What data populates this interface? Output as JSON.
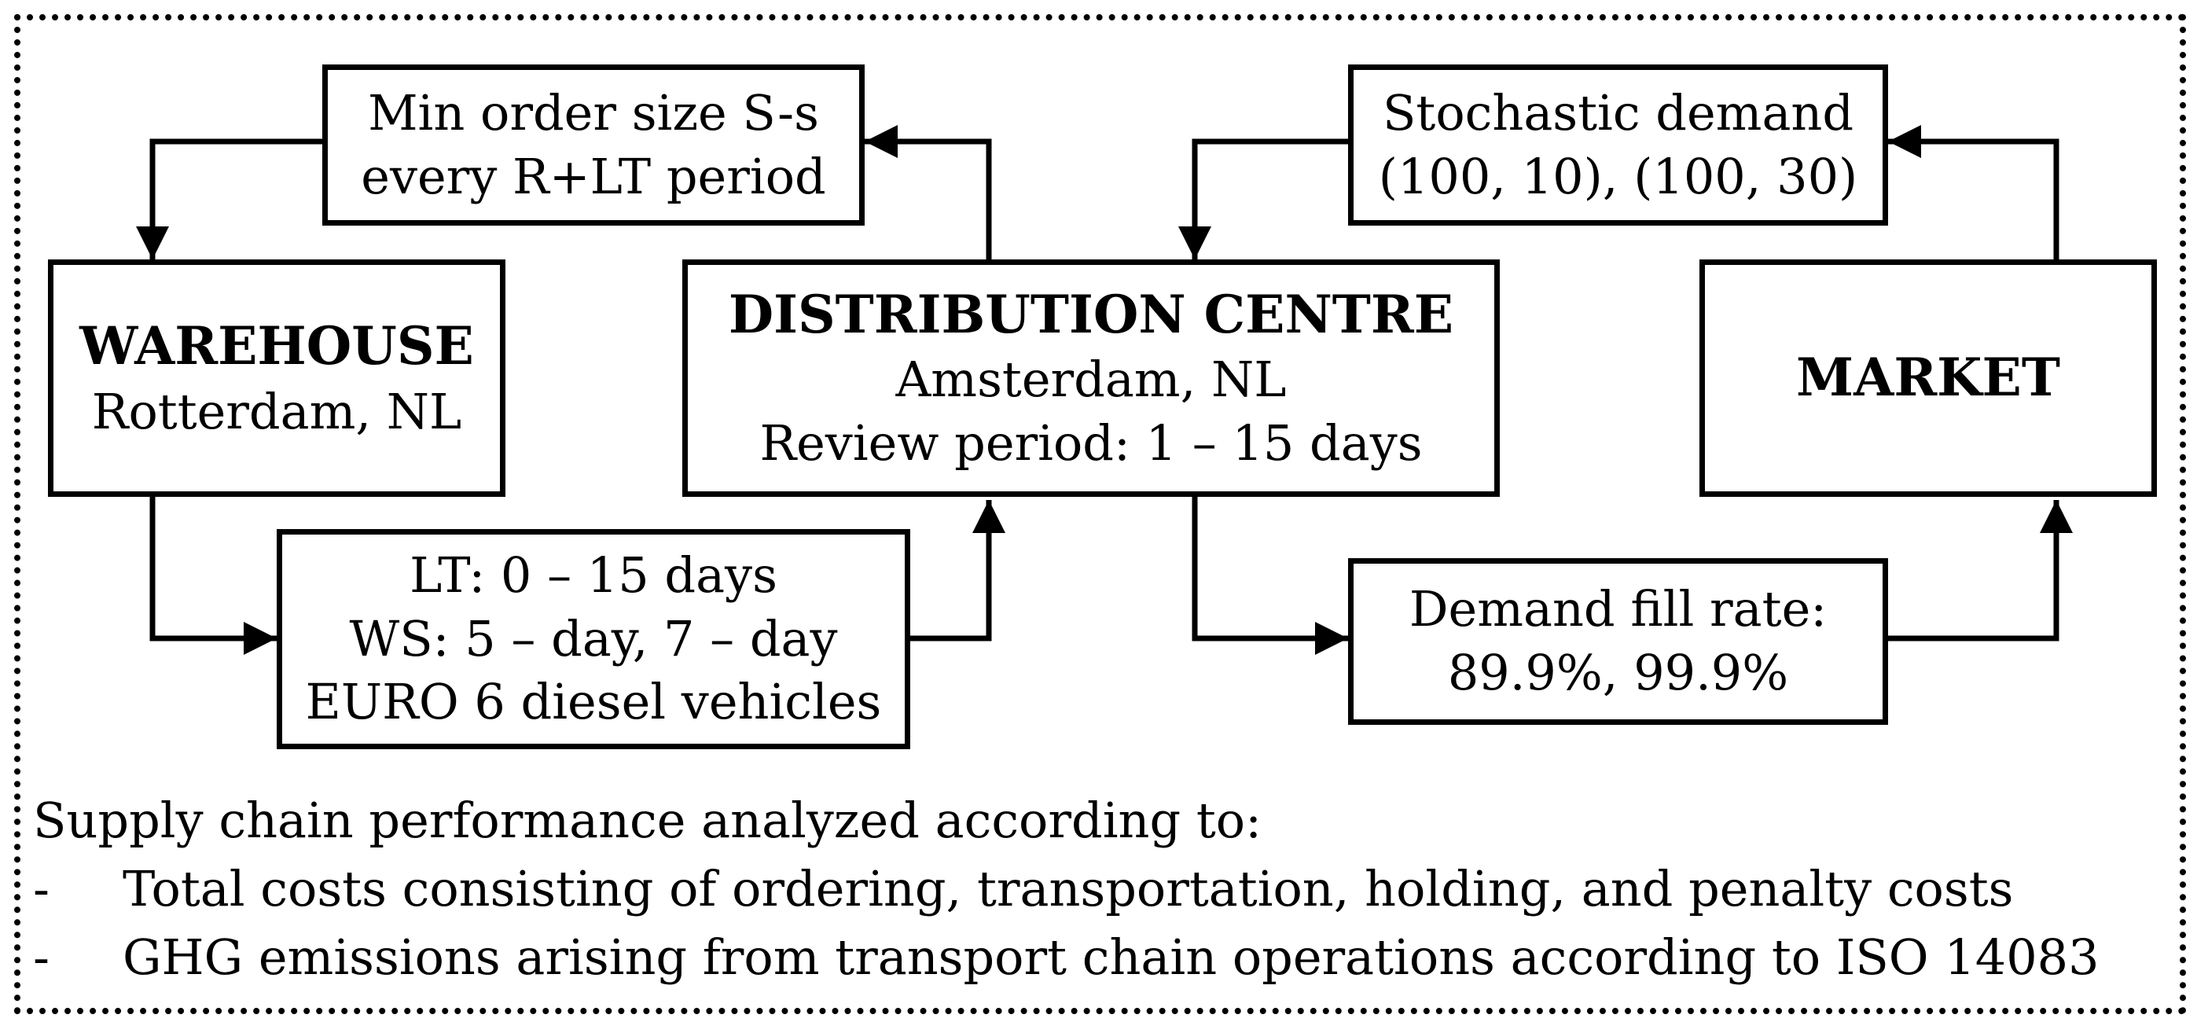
{
  "nodes": {
    "min_order": {
      "lines": [
        "Min order size S-s",
        "every R+LT period"
      ]
    },
    "stochastic": {
      "lines": [
        "Stochastic demand",
        "(100, 10), (100, 30)"
      ]
    },
    "warehouse": {
      "title": "WAREHOUSE",
      "subtitle": "Rotterdam, NL"
    },
    "distribution": {
      "title": "DISTRIBUTION CENTRE",
      "lines": [
        "Amsterdam, NL",
        "Review period: 1 – 15 days"
      ]
    },
    "market": {
      "title": "MARKET"
    },
    "lead_time": {
      "lines": [
        "LT: 0 – 15 days",
        "WS: 5 – day, 7 – day",
        "EURO 6 diesel vehicles"
      ]
    },
    "fill_rate": {
      "lines": [
        "Demand fill rate:",
        "89.9%, 99.9%"
      ]
    }
  },
  "footer": {
    "heading": "Supply chain performance analyzed according to:",
    "bullets": [
      {
        "dash": "-",
        "text": "Total costs consisting of ordering, transportation, holding, and penalty costs"
      },
      {
        "dash": "-",
        "text": "GHG emissions arising from transport chain operations according to ISO 14083"
      }
    ]
  },
  "colors": {
    "line": "#000000",
    "background": "#ffffff"
  }
}
